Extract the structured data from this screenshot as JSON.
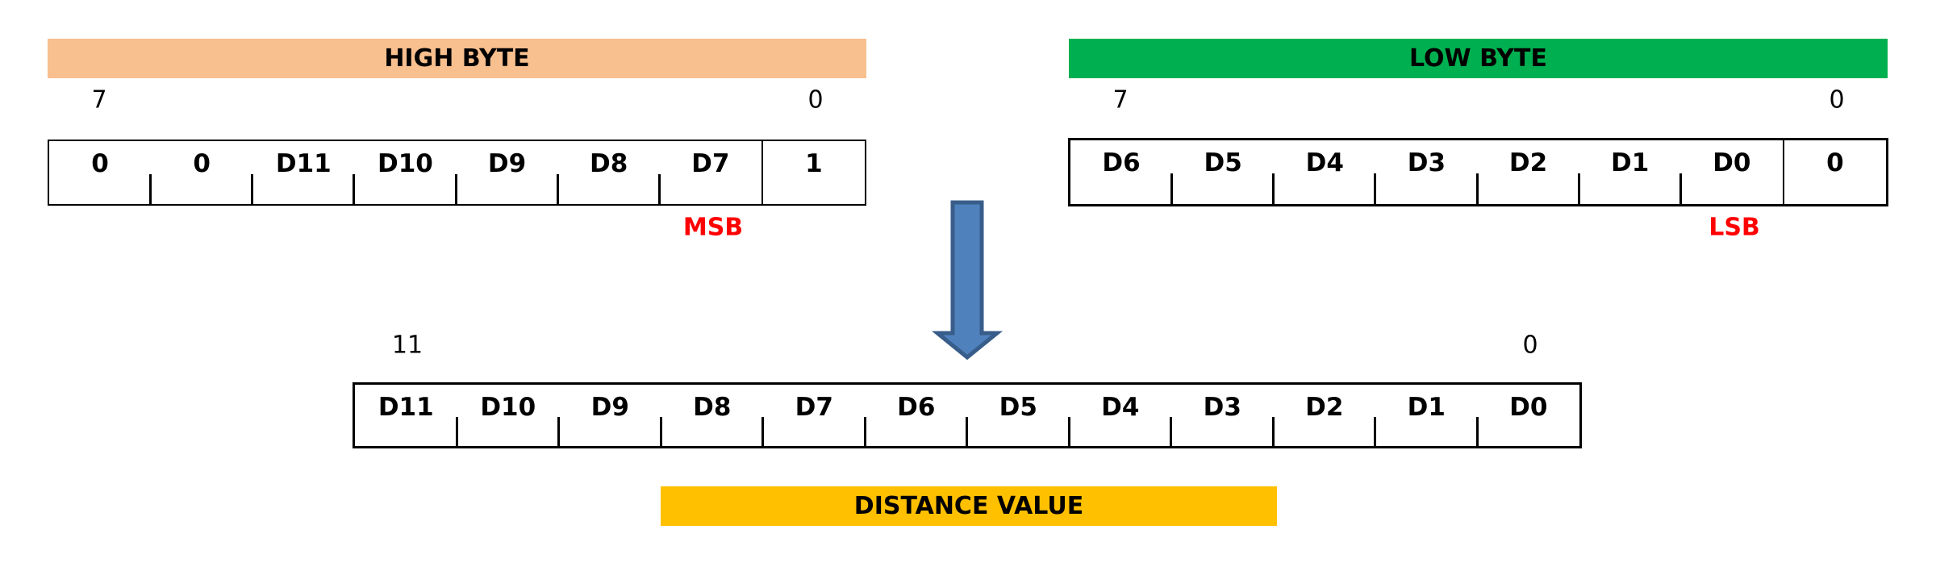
{
  "high_byte": {
    "title": "HIGH BYTE",
    "color": "#f8bf8f",
    "bit_high": "7",
    "bit_low": "0",
    "cells": [
      "0",
      "0",
      "D11",
      "D10",
      "D9",
      "D8",
      "D7",
      "1"
    ],
    "marker": "MSB"
  },
  "low_byte": {
    "title": "LOW BYTE",
    "color": "#00b050",
    "bit_high": "7",
    "bit_low": "0",
    "cells": [
      "D6",
      "D5",
      "D4",
      "D3",
      "D2",
      "D1",
      "D0",
      "0"
    ],
    "marker": "LSB"
  },
  "arrow": {
    "icon": "down-arrow-icon",
    "fill": "#4f81bd",
    "stroke": "#385d8a"
  },
  "distance": {
    "bit_high": "11",
    "bit_low": "0",
    "cells": [
      "D11",
      "D10",
      "D9",
      "D8",
      "D7",
      "D6",
      "D5",
      "D4",
      "D3",
      "D2",
      "D1",
      "D0"
    ],
    "title": "DISTANCE VALUE",
    "color": "#ffc000"
  },
  "marker_color": "#ff0000"
}
